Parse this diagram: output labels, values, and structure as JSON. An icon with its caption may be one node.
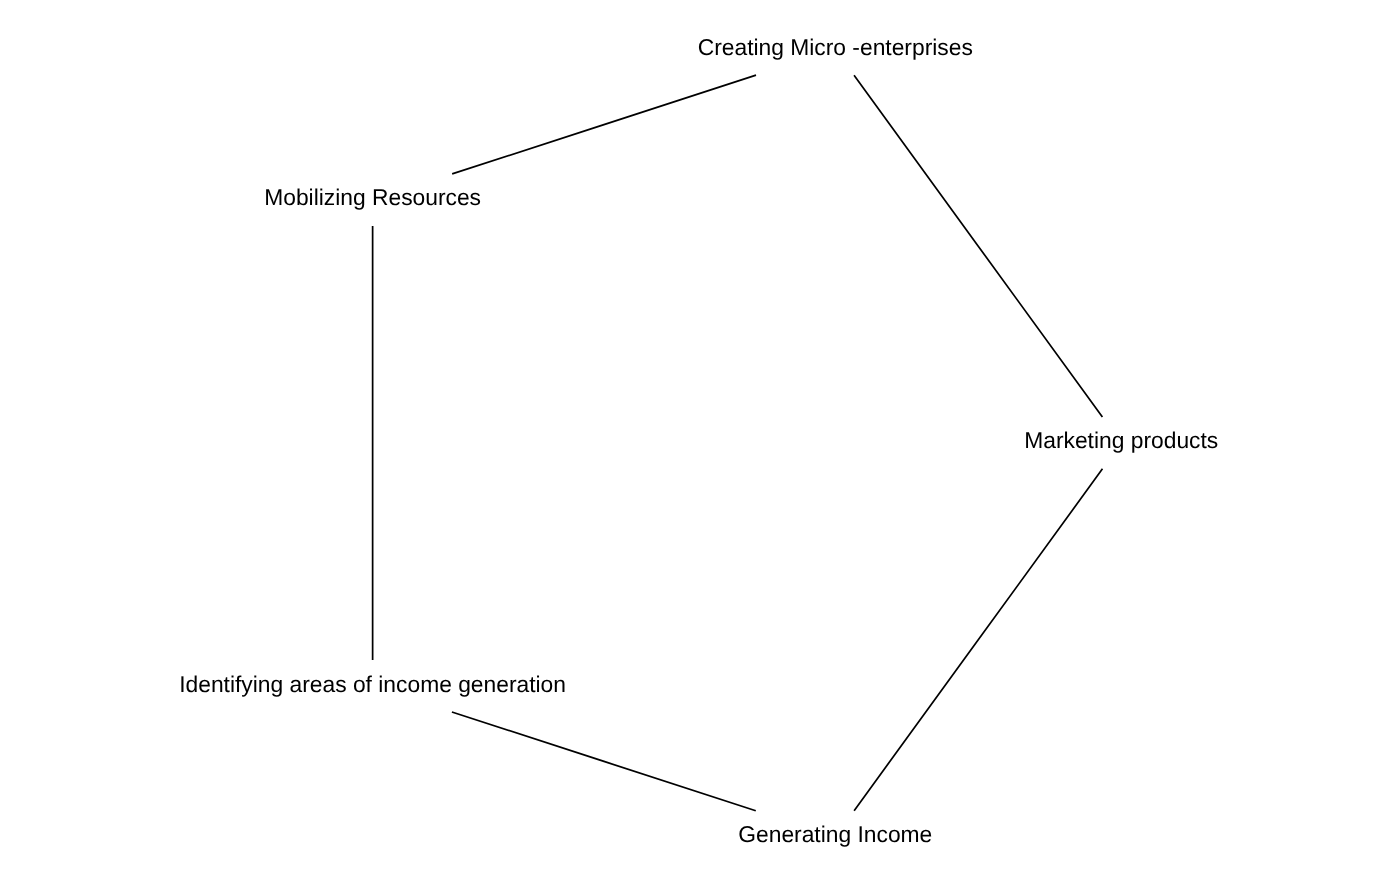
{
  "diagram": {
    "nodes": [
      {
        "text": [
          "Generating Income"
        ]
      },
      {
        "text": [
          "Identifying areas of income generation"
        ]
      },
      {
        "text": [
          "Mobilizing Resources"
        ]
      },
      {
        "text": [
          "Creating Micro -enterprises"
        ]
      },
      {
        "text": [
          "Marketing products"
        ]
      }
    ],
    "edges": [
      {
        "from": 0,
        "to": 1,
        "arrow": "none"
      },
      {
        "from": 1,
        "to": 2,
        "arrow": "none"
      },
      {
        "from": 2,
        "to": 3,
        "arrow": "none"
      },
      {
        "from": 3,
        "to": 4,
        "arrow": "none"
      },
      {
        "from": 4,
        "to": 0,
        "arrow": "none"
      }
    ]
  }
}
